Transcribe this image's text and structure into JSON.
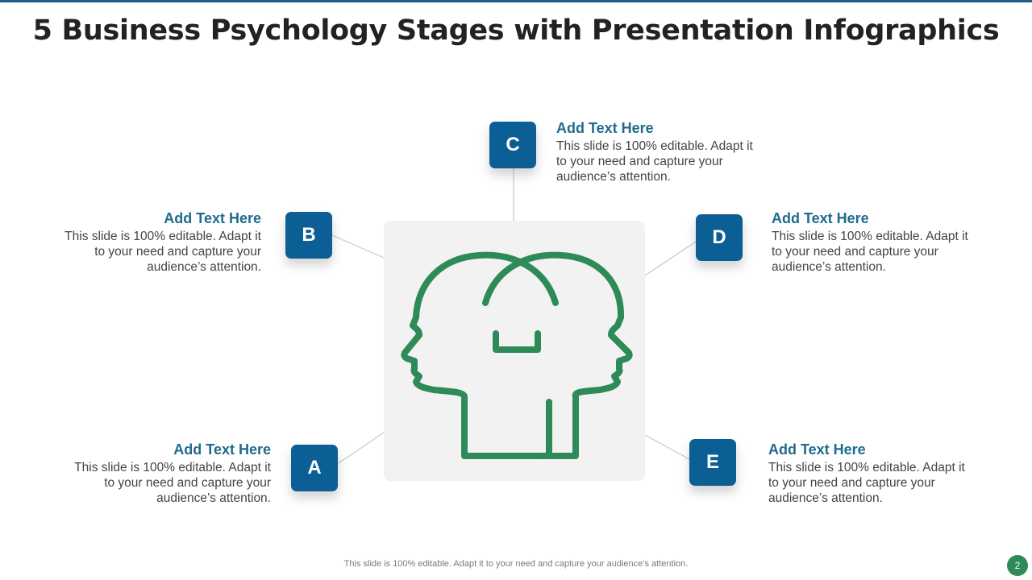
{
  "title": "5 Business Psychology Stages with Presentation Infographics",
  "icon": "two-heads-psychology-icon",
  "colors": {
    "badge": "#0b5f94",
    "heading": "#1f6b8e",
    "icon_stroke": "#2e8b57",
    "panel": "#f2f2f2"
  },
  "stages": {
    "a": {
      "letter": "A",
      "heading": "Add Text Here",
      "body": "This slide is 100% editable. Adapt it to your need and capture your audience’s attention."
    },
    "b": {
      "letter": "B",
      "heading": "Add Text Here",
      "body": "This slide is 100% editable. Adapt it to your need and capture your audience’s attention."
    },
    "c": {
      "letter": "C",
      "heading": "Add Text Here",
      "body": "This slide is 100% editable. Adapt it to your need and capture your audience’s attention."
    },
    "d": {
      "letter": "D",
      "heading": "Add Text Here",
      "body": "This slide is 100% editable. Adapt it to your need and capture your audience’s attention."
    },
    "e": {
      "letter": "E",
      "heading": "Add Text Here",
      "body": "This slide is 100% editable. Adapt it to your need and capture your audience’s attention."
    }
  },
  "footer": "This slide is 100% editable. Adapt it to your need and capture your audience’s attention.",
  "page_number": "2"
}
